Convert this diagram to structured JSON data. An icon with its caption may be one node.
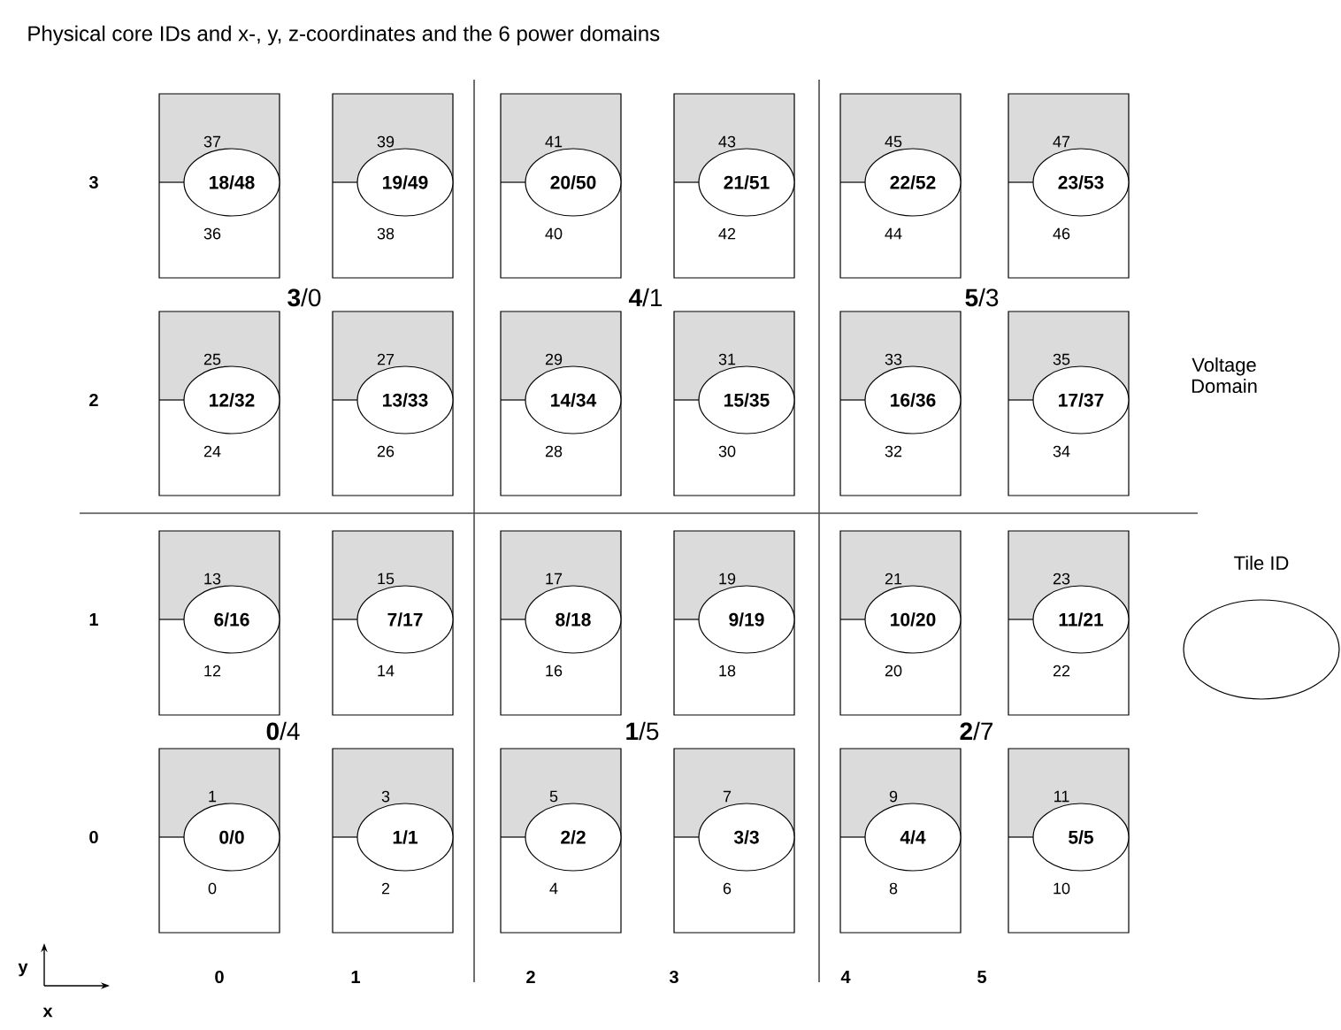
{
  "diagram": {
    "title": "Physical core IDs and x-, y, z-coordinates and the 6 power domains",
    "nodes": [
      {
        "text": [
          "37",
          "36"
        ]
      },
      {
        "text": [
          "18/48"
        ],
        "in": 0
      },
      {
        "text": [
          "39",
          "38"
        ]
      },
      {
        "text": [
          "19/49"
        ],
        "in": 2
      },
      {
        "text": [
          "41",
          "40"
        ]
      },
      {
        "text": [
          "20/50"
        ],
        "in": 4
      },
      {
        "text": [
          "43",
          "42"
        ]
      },
      {
        "text": [
          "21/51"
        ],
        "in": 6
      },
      {
        "text": [
          "45",
          "44"
        ]
      },
      {
        "text": [
          "22/52"
        ],
        "in": 8
      },
      {
        "text": [
          "47",
          "46"
        ]
      },
      {
        "text": [
          "23/53"
        ],
        "in": 10
      },
      {
        "text": [
          "25",
          "24"
        ]
      },
      {
        "text": [
          "12/32"
        ],
        "in": 12
      },
      {
        "text": [
          "27",
          "26"
        ]
      },
      {
        "text": [
          "13/33"
        ],
        "in": 14
      },
      {
        "text": [
          "29",
          "28"
        ]
      },
      {
        "text": [
          "14/34"
        ],
        "in": 16
      },
      {
        "text": [
          "31",
          "30"
        ]
      },
      {
        "text": [
          "15/35"
        ],
        "in": 18
      },
      {
        "text": [
          "33",
          "32"
        ]
      },
      {
        "text": [
          "16/36"
        ],
        "in": 20
      },
      {
        "text": [
          "35",
          "34"
        ]
      },
      {
        "text": [
          "17/37"
        ],
        "in": 22
      },
      {
        "text": [
          "13",
          "12"
        ]
      },
      {
        "text": [
          "6/16"
        ],
        "in": 24
      },
      {
        "text": [
          "15",
          "14"
        ]
      },
      {
        "text": [
          "7/17"
        ],
        "in": 26
      },
      {
        "text": [
          "17",
          "16"
        ]
      },
      {
        "text": [
          "8/18"
        ],
        "in": 28
      },
      {
        "text": [
          "19",
          "18"
        ]
      },
      {
        "text": [
          "9/19"
        ],
        "in": 30
      },
      {
        "text": [
          "21",
          "20"
        ]
      },
      {
        "text": [
          "10/20"
        ],
        "in": 32
      },
      {
        "text": [
          "23",
          "22"
        ]
      },
      {
        "text": [
          "11/21"
        ],
        "in": 34
      },
      {
        "text": [
          "1",
          "0"
        ]
      },
      {
        "text": [
          "0/0"
        ],
        "in": 36
      },
      {
        "text": [
          "3",
          "2"
        ]
      },
      {
        "text": [
          "1/1"
        ],
        "in": 38
      },
      {
        "text": [
          "5",
          "4"
        ]
      },
      {
        "text": [
          "2/2"
        ],
        "in": 40
      },
      {
        "text": [
          "7",
          "6"
        ]
      },
      {
        "text": [
          "3/3"
        ],
        "in": 42
      },
      {
        "text": [
          "9",
          "8"
        ]
      },
      {
        "text": [
          "4/4"
        ],
        "in": 44
      },
      {
        "text": [
          "11",
          "10"
        ]
      },
      {
        "text": [
          "5/5"
        ],
        "in": 46
      },
      {
        "text": [
          "Tile ID"
        ]
      }
    ],
    "labels": [
      "3",
      "**3**/0",
      "**4**/1",
      "**5**/3",
      "2",
      "Voltage Domain",
      "1",
      "**0**/4",
      "**1**/5",
      "**2**/7",
      "0",
      "y",
      "x",
      "0",
      "1",
      "2",
      "3",
      "4",
      "5"
    ]
  }
}
